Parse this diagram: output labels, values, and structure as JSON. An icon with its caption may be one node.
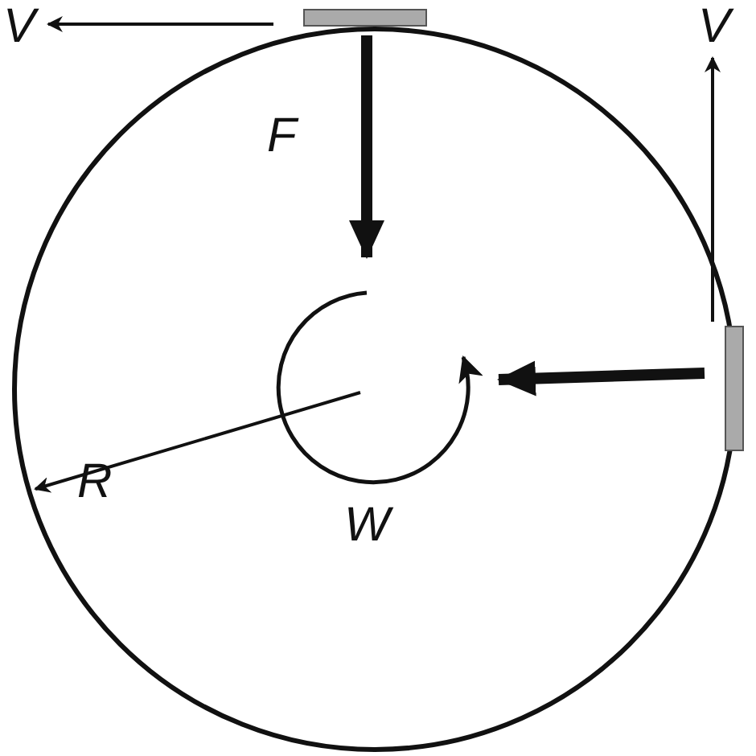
{
  "diagram": {
    "labels": [
      "V",
      "V",
      "F",
      "R",
      "W"
    ]
  }
}
